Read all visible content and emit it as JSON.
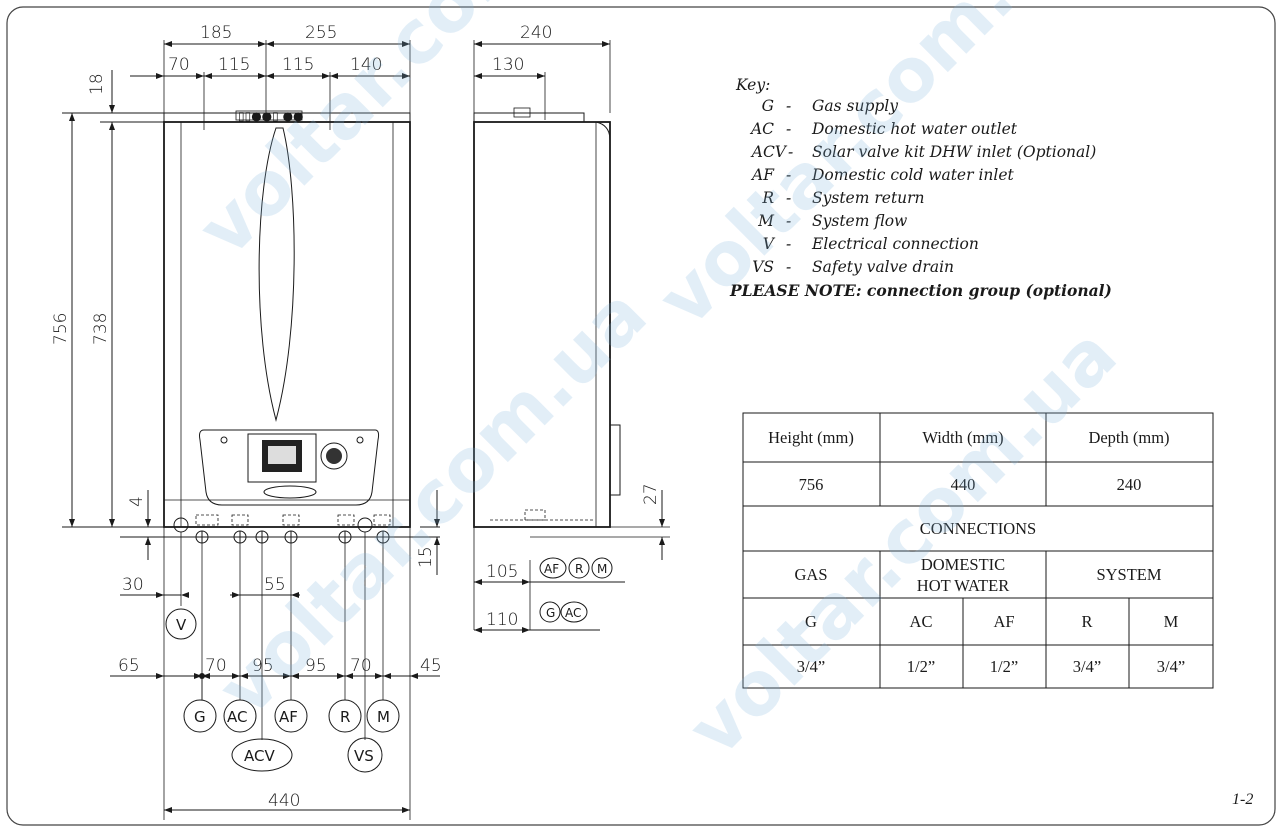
{
  "front_view": {
    "top_dims": [
      "185",
      "255"
    ],
    "second_dims": [
      "70",
      "115",
      "115",
      "140"
    ],
    "top_offset": "18",
    "height_outer": "756",
    "height_inner": "738",
    "bottom_offset": "4",
    "pitch_30": "30",
    "pitch_55": "55",
    "bottom_row": [
      "65",
      "70",
      "95",
      "95",
      "70",
      "45"
    ],
    "width_total": "440",
    "right_drop": "15"
  },
  "side_view": {
    "depth": "240",
    "offset_130": "130",
    "drop_27": "27",
    "row_105": "105",
    "row_110": "110"
  },
  "connections_labels": {
    "v": "V",
    "g": "G",
    "ac": "AC",
    "af": "AF",
    "r": "R",
    "m": "M",
    "acv": "ACV",
    "vs": "VS"
  },
  "key": {
    "title": "Key:",
    "items": [
      {
        "code": "G",
        "sep": "-",
        "desc": "Gas supply"
      },
      {
        "code": "AC",
        "sep": "-",
        "desc": "Domestic hot water outlet"
      },
      {
        "code": "ACV",
        "sep": "-",
        "desc": "Solar valve kit DHW inlet (Optional)"
      },
      {
        "code": "AF",
        "sep": "-",
        "desc": "Domestic cold water inlet"
      },
      {
        "code": "R",
        "sep": "-",
        "desc": "System return"
      },
      {
        "code": "M",
        "sep": "-",
        "desc": "System flow"
      },
      {
        "code": "V",
        "sep": "-",
        "desc": "Electrical connection"
      },
      {
        "code": "VS",
        "sep": "-",
        "desc": "Safety valve drain"
      }
    ],
    "note": "PLEASE NOTE: connection group (optional)"
  },
  "table": {
    "headers": [
      "Height (mm)",
      "Width (mm)",
      "Depth (mm)"
    ],
    "values": [
      "756",
      "440",
      "240"
    ],
    "section": "CONNECTIONS",
    "groups": [
      "GAS",
      "DOMESTIC",
      "HOT WATER",
      "SYSTEM"
    ],
    "codes": [
      "G",
      "AC",
      "AF",
      "R",
      "M"
    ],
    "sizes": [
      "3/4”",
      "1/2”",
      "1/2”",
      "3/4”",
      "3/4”"
    ]
  },
  "figure_number": "1-2",
  "watermark": "voltar.com.ua"
}
